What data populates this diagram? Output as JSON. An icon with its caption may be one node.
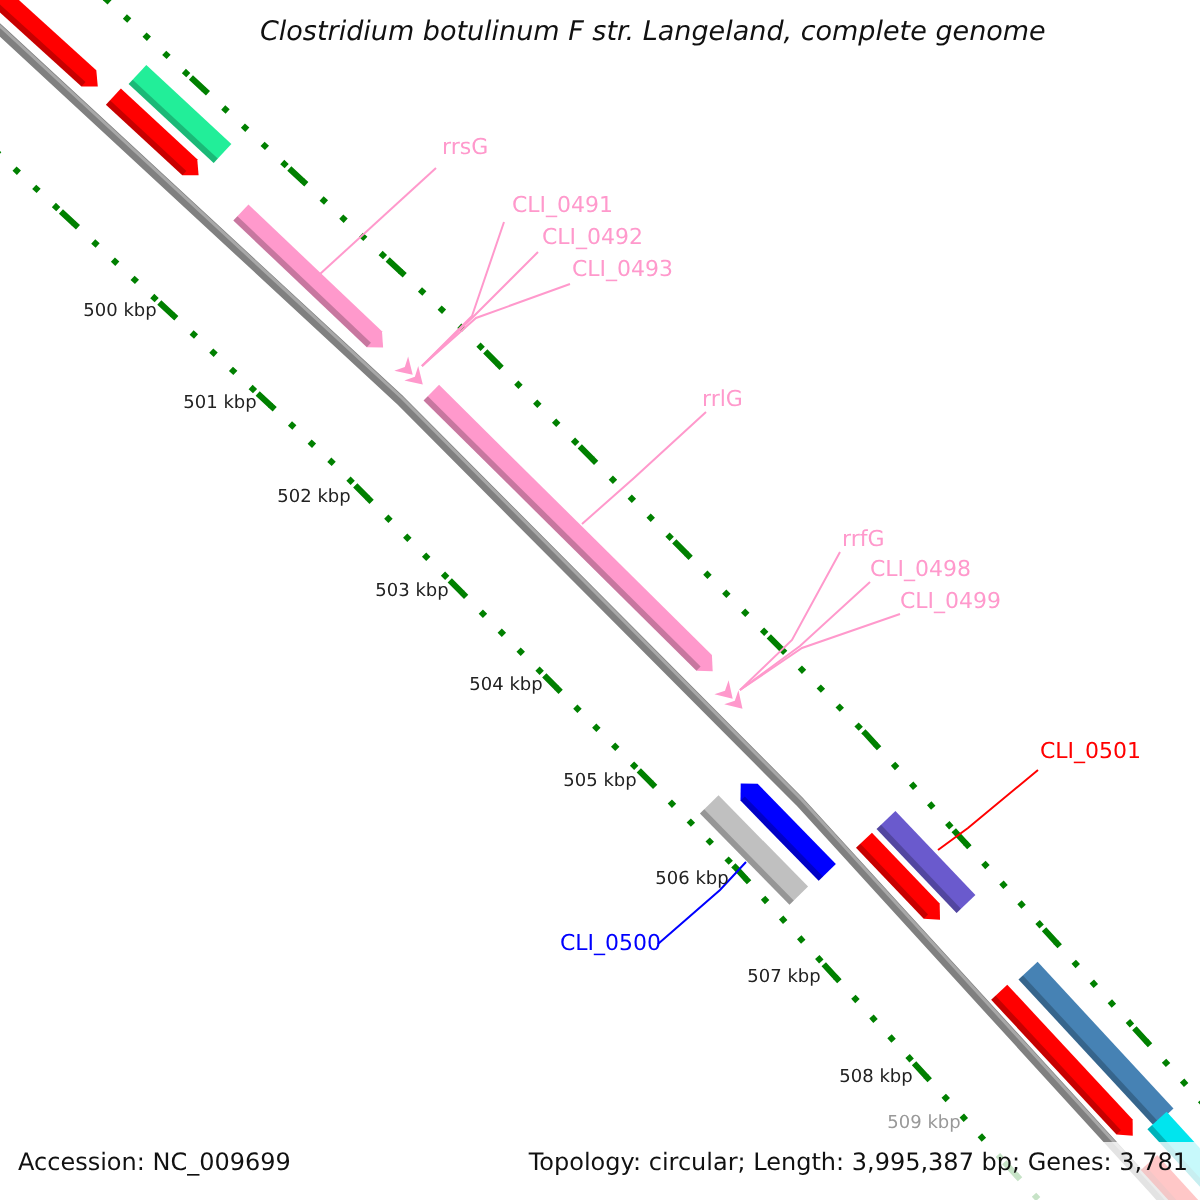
{
  "diagram": {
    "title": "Clostridium botulinum F str. Langeland, complete genome",
    "nodes": [
      {
        "text": [
          "rrsG"
        ]
      },
      {
        "text": [],
        "shape": "arrow"
      },
      {
        "text": [
          "CLI_0491"
        ]
      },
      {
        "text": [
          "CLI_0492"
        ]
      },
      {
        "text": [
          "CLI_0493"
        ]
      },
      {
        "text": [],
        "shape": "arrow"
      },
      {
        "text": [
          "rrlG"
        ]
      },
      {
        "text": [],
        "shape": "arrow"
      },
      {
        "text": [
          "rrfG"
        ]
      },
      {
        "text": [
          "CLI_0498"
        ]
      },
      {
        "text": [
          "CLI_0499"
        ]
      },
      {
        "text": [],
        "shape": "arrow"
      },
      {
        "text": [
          "CLI_0500"
        ]
      },
      {
        "text": [],
        "shape": "bar"
      },
      {
        "text": [
          "CLI_0501"
        ]
      },
      {
        "text": [],
        "shape": "bar"
      }
    ],
    "edges": [
      {
        "from": 0,
        "to": 1,
        "arrow": "none"
      },
      {
        "from": 2,
        "to": 5,
        "arrow": "none"
      },
      {
        "from": 3,
        "to": 5,
        "arrow": "none"
      },
      {
        "from": 4,
        "to": 5,
        "arrow": "none"
      },
      {
        "from": 6,
        "to": 7,
        "arrow": "none"
      },
      {
        "from": 8,
        "to": 11,
        "arrow": "none"
      },
      {
        "from": 9,
        "to": 11,
        "arrow": "none"
      },
      {
        "from": 10,
        "to": 11,
        "arrow": "none"
      },
      {
        "from": 14,
        "to": 15,
        "arrow": "none",
        "color": "#ff0000"
      },
      {
        "from": 12,
        "to": 13,
        "arrow": "none",
        "color": "#0000ff"
      }
    ],
    "labels": [
      "500 kbp",
      "501 kbp",
      "502 kbp",
      "503 kbp",
      "504 kbp",
      "505 kbp",
      "506 kbp",
      "507 kbp",
      "508 kbp",
      "509 kbp",
      "Accession: NC_009699",
      "Topology: circular; Length: 3,995,387 bp; Genes: 3,781"
    ]
  }
}
